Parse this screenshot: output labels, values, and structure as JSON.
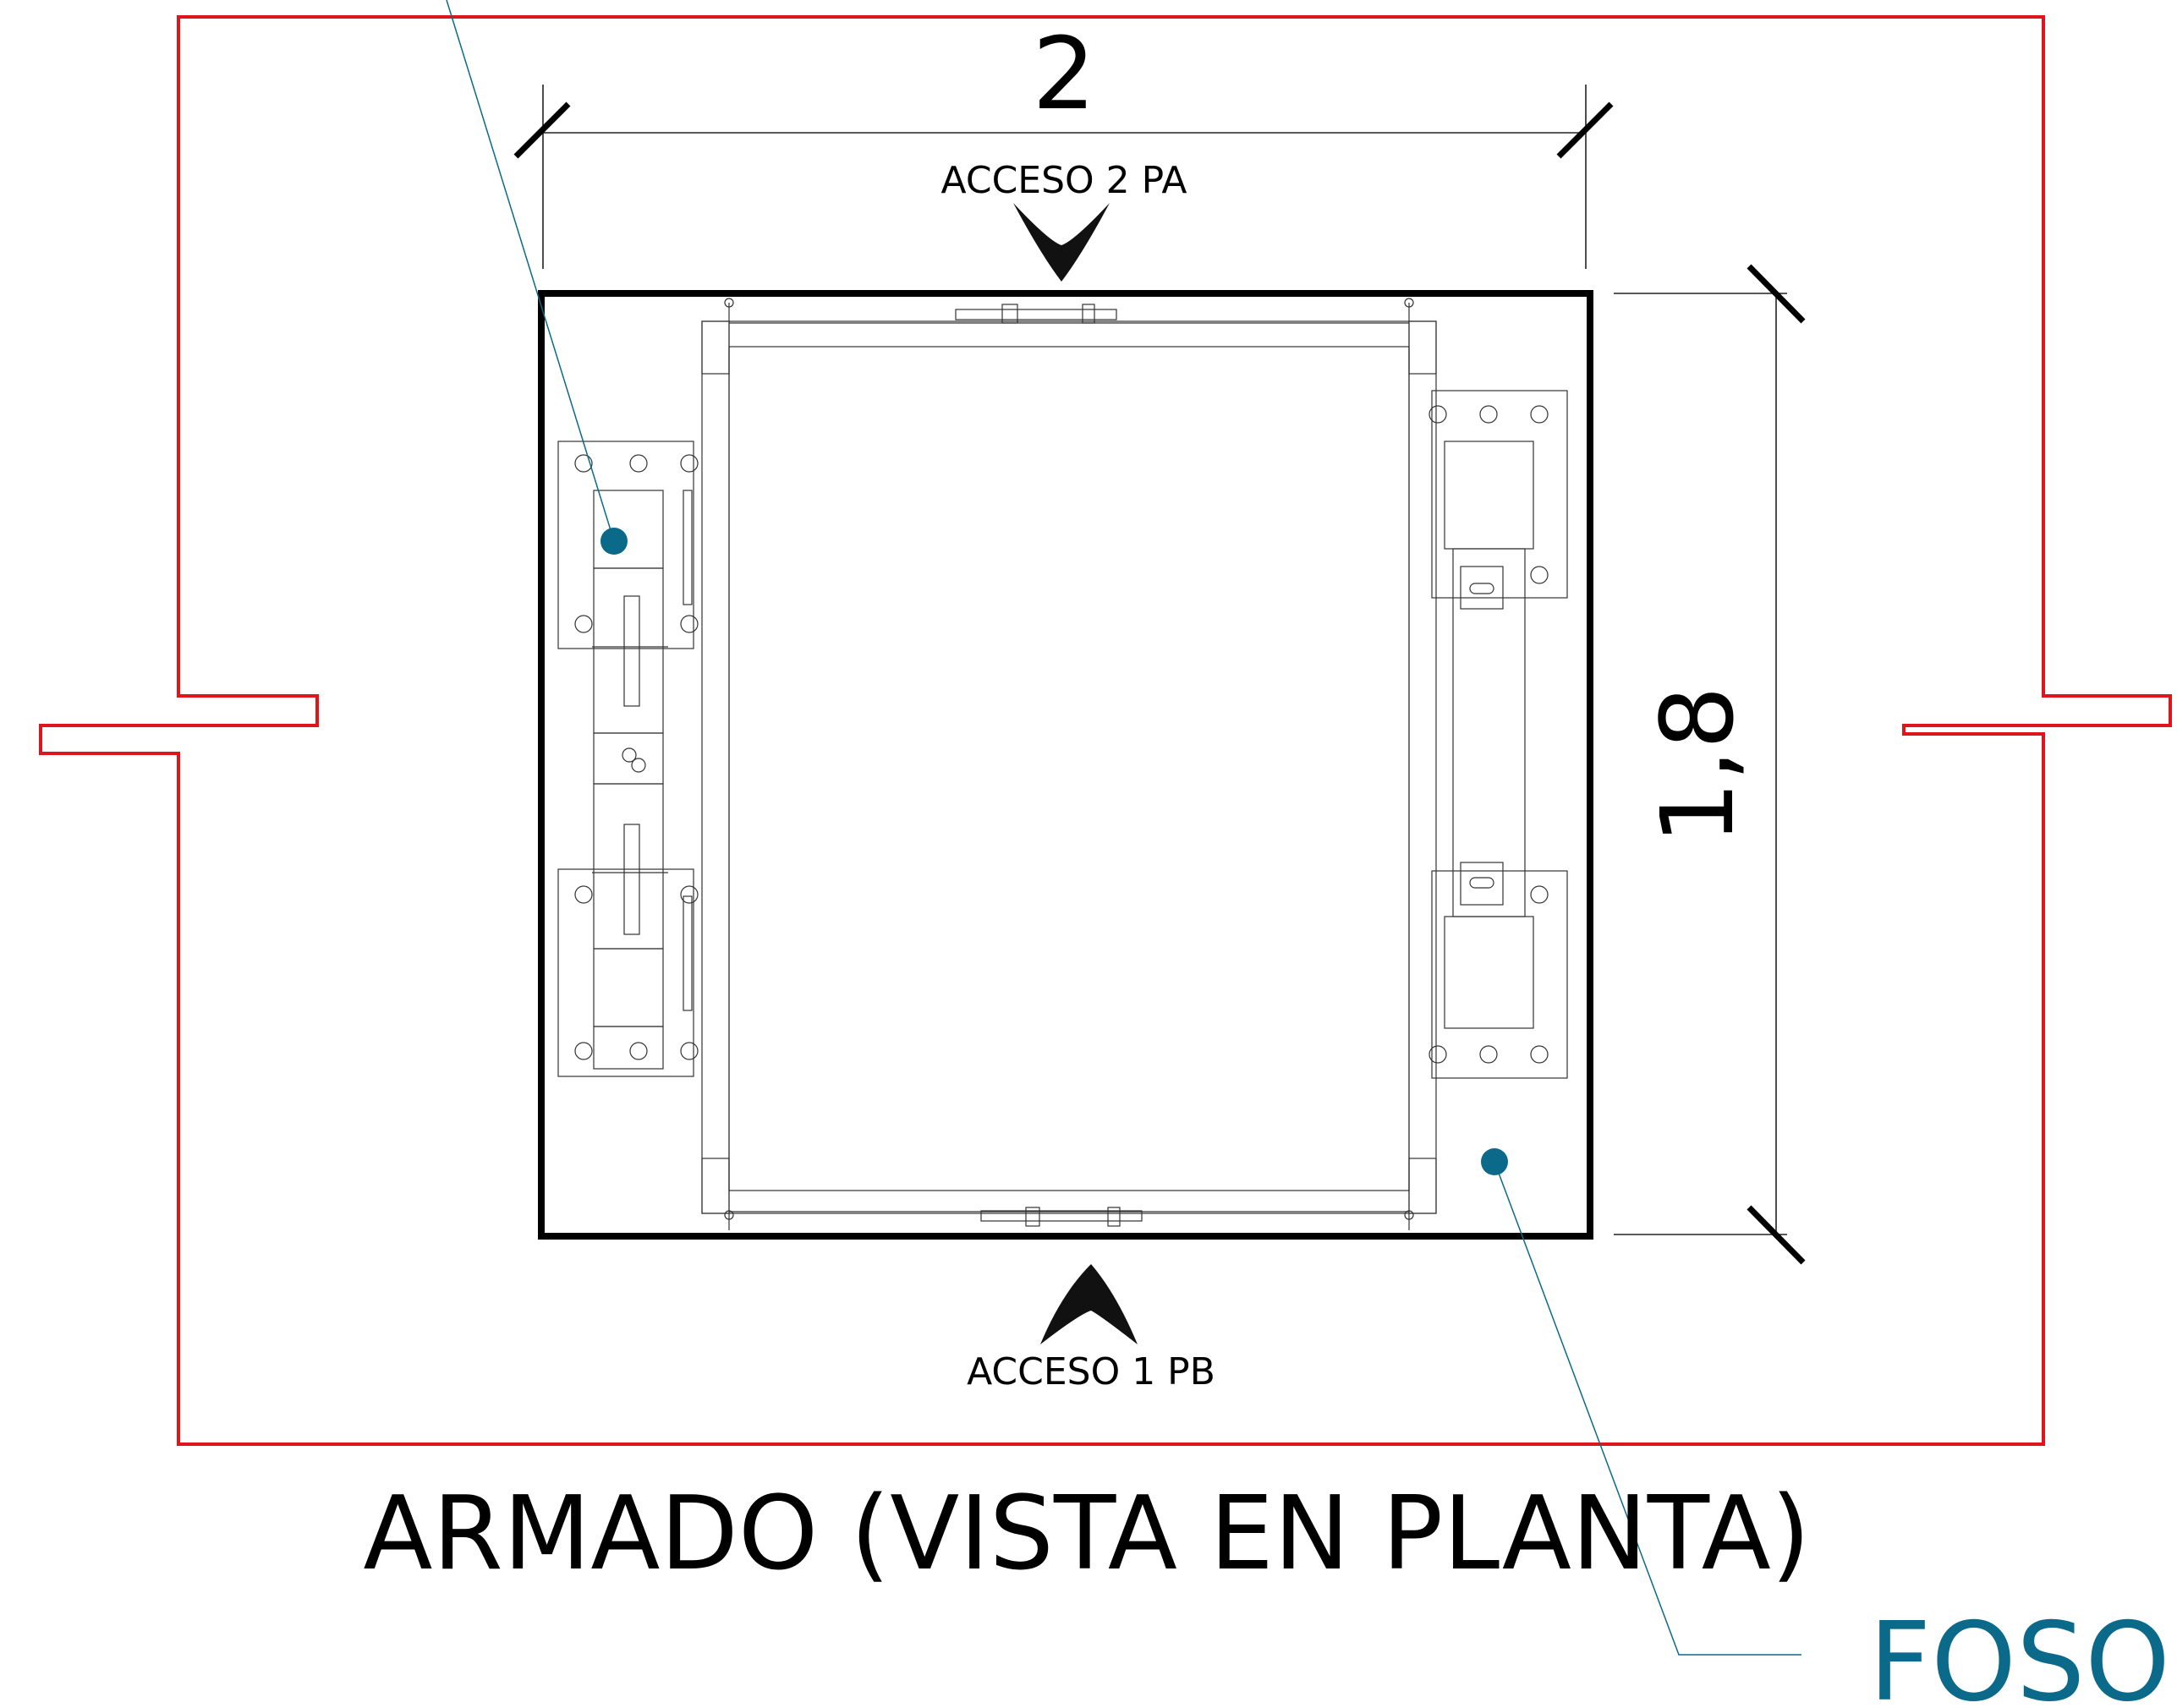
{
  "title": "ARMADO (VISTA EN PLANTA)",
  "dimensions": {
    "width_label": "2",
    "depth_label": "1,8"
  },
  "accesses": {
    "top": "ACCESO 2 PA",
    "bottom": "ACCESO 1 PB"
  },
  "callouts": {
    "pit_label": "FOSO"
  },
  "colors": {
    "wall_outline": "#e0141b",
    "callout": "#0b6a8a",
    "ink": "#000000"
  }
}
